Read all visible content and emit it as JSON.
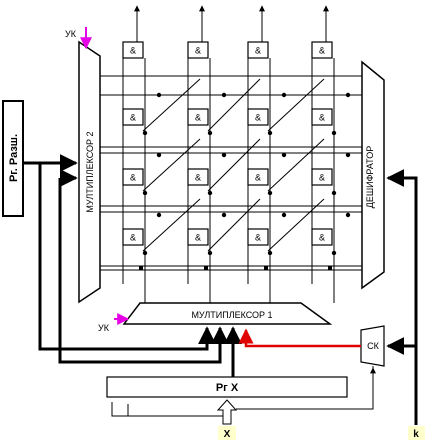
{
  "labels": {
    "reg_left": "Рг. Разш.",
    "mux2": "МУЛТИПЛЕКСОР 2",
    "mux1": "МУЛТИПЛЕКСОР 1",
    "decoder": "ДЕШИФРАТОР",
    "uk_top": "УК",
    "uk_bottom": "УК",
    "ck": "СК",
    "prx": "Рг Х",
    "input_x": "Х",
    "input_k": "k",
    "gate_symbol": "&"
  },
  "colors": {
    "line": "#000000",
    "control_arrow": "#e600e6",
    "feedback_line": "#e00000",
    "input_box_fill": "#ffffcc",
    "background": "#ffffff"
  },
  "grid": {
    "rows": 4,
    "columns": 4,
    "extra_top_gates": 4
  }
}
